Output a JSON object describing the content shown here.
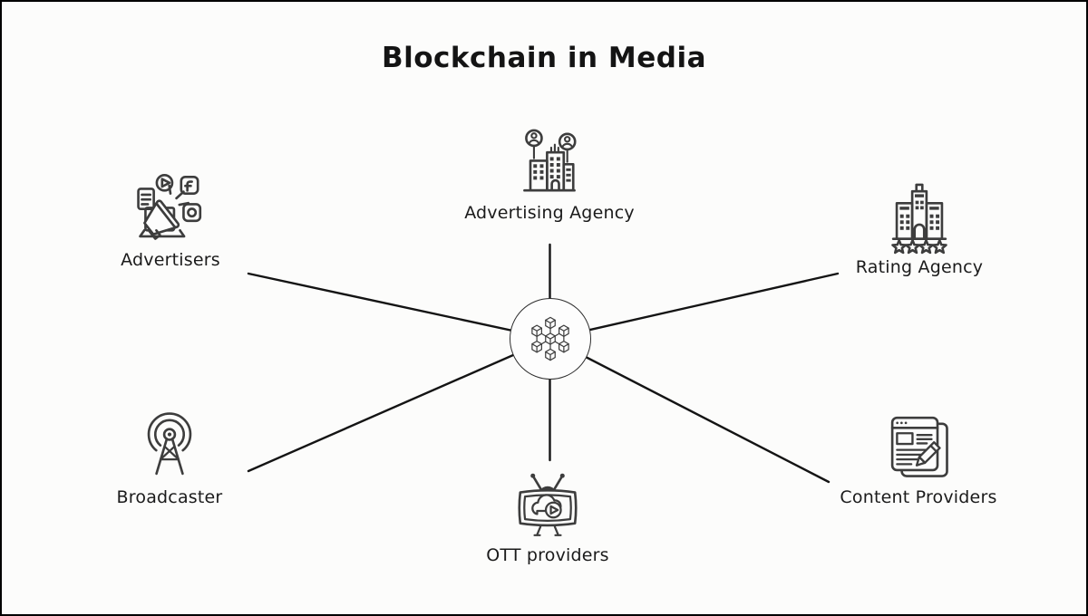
{
  "title": "Blockchain in Media",
  "hub": {
    "name": "blockchain-hub",
    "icon": "blockchain-network-icon"
  },
  "nodes": [
    {
      "id": "advertisers",
      "label": "Advertisers",
      "icon": "advertisers-icon"
    },
    {
      "id": "advertising-agency",
      "label": "Advertising Agency",
      "icon": "advertising-agency-icon"
    },
    {
      "id": "rating-agency",
      "label": "Rating Agency",
      "icon": "rating-agency-icon"
    },
    {
      "id": "broadcaster",
      "label": "Broadcaster",
      "icon": "broadcaster-icon"
    },
    {
      "id": "ott-providers",
      "label": "OTT providers",
      "icon": "ott-providers-icon"
    },
    {
      "id": "content-providers",
      "label": "Content Providers",
      "icon": "content-providers-icon"
    }
  ],
  "colors": {
    "background": "#fcfcfb",
    "frame_border": "#000000",
    "connector_line": "#141414",
    "icon_stroke": "#3d3d3d",
    "text": "#1b1b1b"
  }
}
